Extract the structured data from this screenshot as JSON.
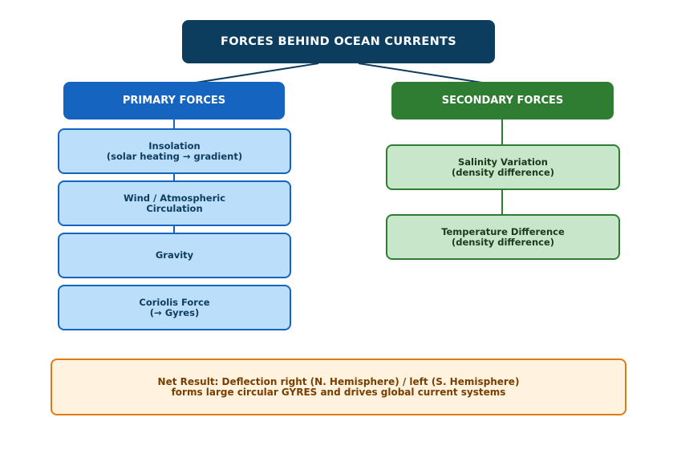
{
  "title": "FORCES BEHIND OCEAN CURRENTS",
  "primary": {
    "header": "PRIMARY FORCES",
    "items": [
      {
        "line1": "Insolation",
        "line2": "(solar heating → gradient)"
      },
      {
        "line1": "Wind / Atmospheric",
        "line2": "Circulation"
      },
      {
        "line1": "Gravity",
        "line2": ""
      },
      {
        "line1": "Coriolis Force",
        "line2": "(→ Gyres)"
      }
    ]
  },
  "secondary": {
    "header": "SECONDARY FORCES",
    "items": [
      {
        "line1": "Salinity Variation",
        "line2": "(density difference)"
      },
      {
        "line1": "Temperature Difference",
        "line2": "(density difference)"
      }
    ]
  },
  "result": {
    "line1": "Net Result: Deflection right (N. Hemisphere) / left (S. Hemisphere)",
    "line2": "forms large circular GYRES and drives global current systems"
  },
  "colors": {
    "title": "#0d3d5e",
    "primary": "#1565c0",
    "primary_fill": "#bbdefb",
    "secondary": "#2e7d32",
    "secondary_fill": "#c8e6c9",
    "result_border": "#e07b12",
    "result_fill": "#fff3e0"
  }
}
